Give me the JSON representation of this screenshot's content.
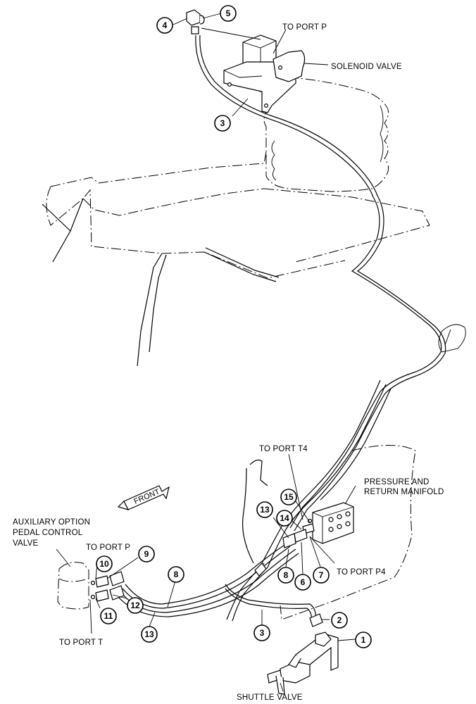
{
  "labels": {
    "to_port_p_top": "TO PORT P",
    "solenoid_valve": "SOLENOID VALVE",
    "to_port_t4": "TO PORT T4",
    "pressure_manifold_l1": "PRESSURE AND",
    "pressure_manifold_l2": "RETURN MANIFOLD",
    "front": "FRONT",
    "aux_l1": "AUXILIARY OPTION",
    "aux_l2": "PEDAL CONTROL",
    "aux_l3": "VALVE",
    "to_port_p_left": "TO PORT P",
    "to_port_p4": "TO PORT P4",
    "to_port_t": "TO PORT T",
    "shuttle_valve": "SHUTTLE VALVE"
  },
  "callouts": [
    "4",
    "5",
    "3",
    "15",
    "13",
    "14",
    "8",
    "6",
    "7",
    "9",
    "10",
    "12",
    "11",
    "13",
    "3",
    "2",
    "1"
  ]
}
